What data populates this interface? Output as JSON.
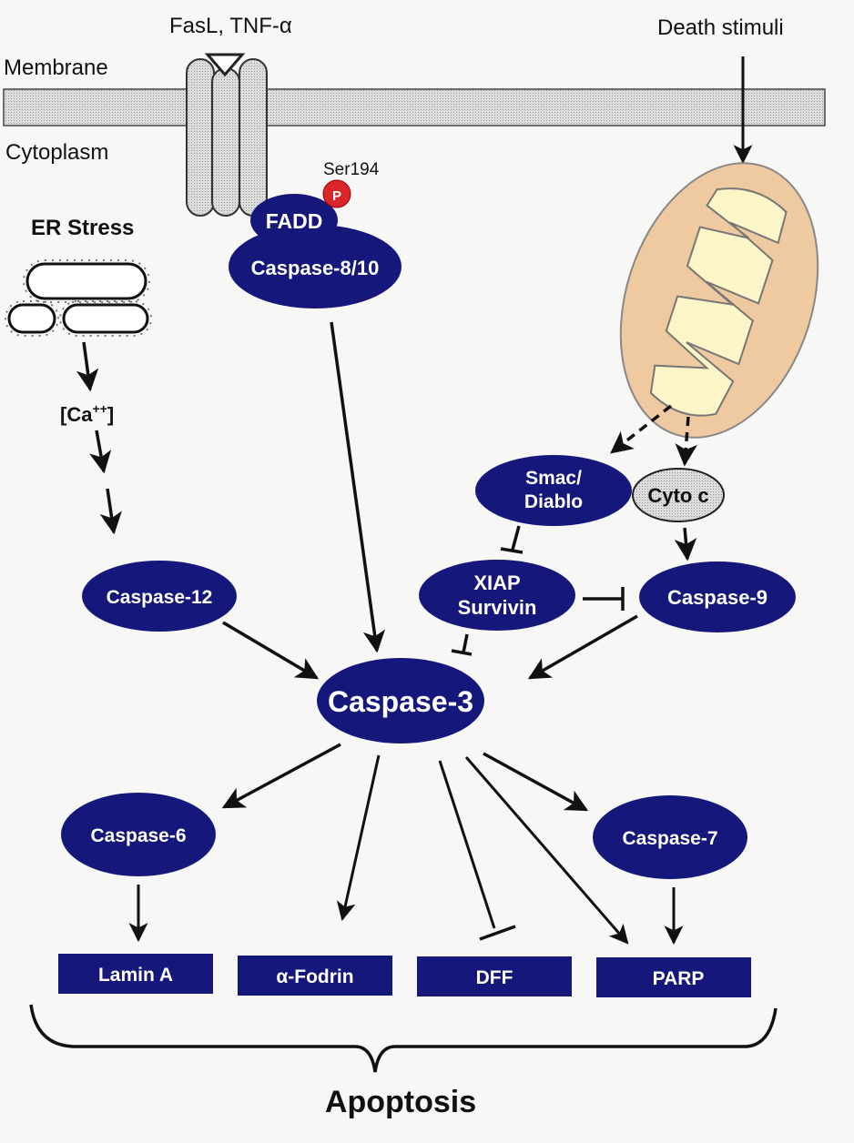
{
  "labels": {
    "membrane": "Membrane",
    "cytoplasm": "Cytoplasm",
    "ligand": "FasL, TNF-α",
    "death_stimuli": "Death stimuli",
    "er_stress": "ER Stress",
    "calcium_base": "[Ca",
    "calcium_sup": "++",
    "calcium_close": "]",
    "ser194": "Ser194",
    "phospho": "P",
    "apoptosis": "Apoptosis"
  },
  "nodes": {
    "fadd": "FADD",
    "caspase_8_10": "Caspase-8/10",
    "smac_line1": "Smac/",
    "smac_line2": "Diablo",
    "cyto_c": "Cyto c",
    "xiap_line1": "XIAP",
    "xiap_line2": "Survivin",
    "caspase_9": "Caspase-9",
    "caspase_12": "Caspase-12",
    "caspase_3": "Caspase-3",
    "caspase_6": "Caspase-6",
    "caspase_7": "Caspase-7"
  },
  "substrates": {
    "lamin_a": "Lamin A",
    "alpha_fodrin": "α-Fodrin",
    "dff": "DFF",
    "parp": "PARP"
  },
  "colors": {
    "node_fill": "#15187a",
    "phospho_fill": "#d8262a",
    "mito_outer": "#efc9a0",
    "mito_inner": "#fbf5c8",
    "membrane_fill": "#d9d9d9",
    "cyto_c_fill": "#d8d8d8"
  }
}
